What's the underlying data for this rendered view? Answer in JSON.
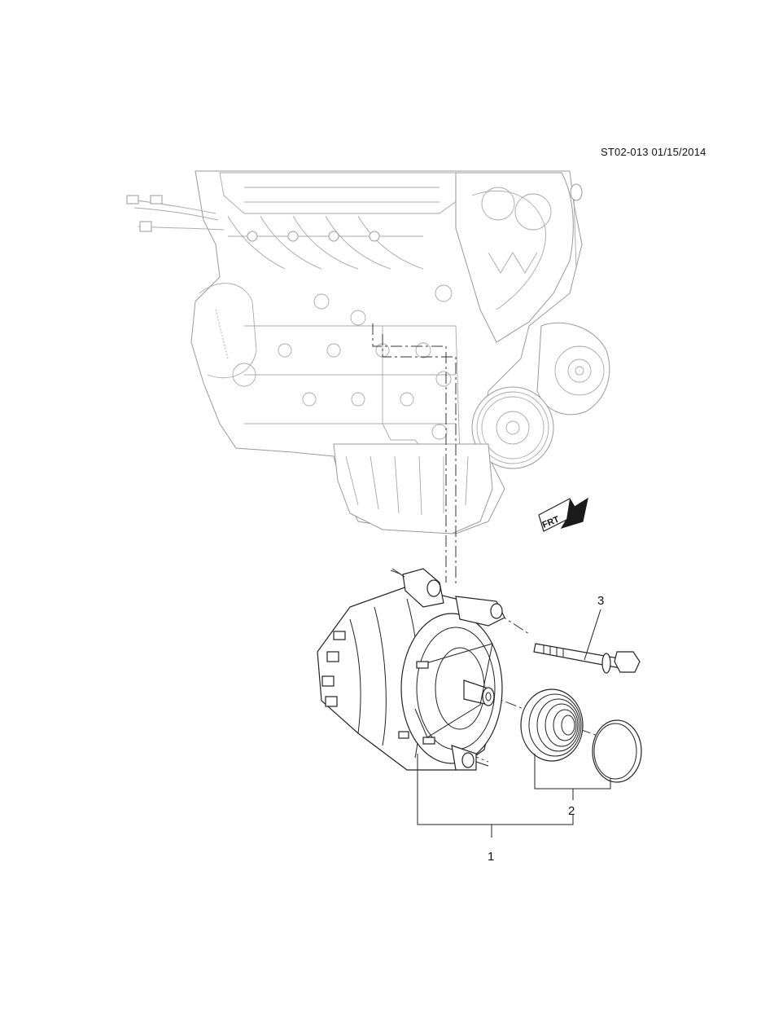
{
  "diagram": {
    "reference": "ST02-013 01/15/2014",
    "front_marker": "FRT",
    "callouts": [
      {
        "id": "1",
        "label": "1"
      },
      {
        "id": "2",
        "label": "2"
      },
      {
        "id": "3",
        "label": "3"
      }
    ],
    "colors": {
      "engine_line": "#9a9a9a",
      "part_line": "#222222",
      "arrow_fill": "#1a1a1a"
    }
  }
}
